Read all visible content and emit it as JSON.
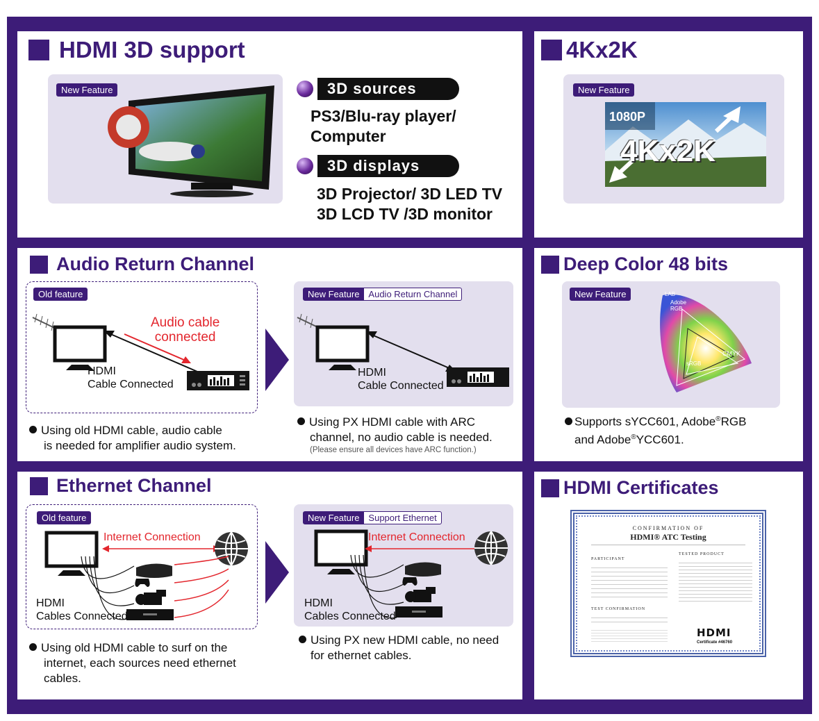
{
  "colors": {
    "frame": "#3d1c78",
    "panel_bg": "#ffffff",
    "lavender": "#e3dfee",
    "accent_red": "#e3262d"
  },
  "hdmi3d": {
    "title": "HDMI 3D support",
    "badge": "New Feature",
    "sources_label": "3D sources",
    "sources_text_1": "PS3/Blu-ray player/",
    "sources_text_2": "Computer",
    "displays_label": "3D displays",
    "displays_text_1": "3D Projector/ 3D LED TV",
    "displays_text_2": "3D LCD TV /3D monitor"
  },
  "k4": {
    "title": "4Kx2K",
    "badge": "New Feature",
    "small_label": "1080P",
    "big_label": "4Kx2K"
  },
  "arc": {
    "title": "Audio Return Channel",
    "old_badge": "Old feature",
    "cable_label_1": "Audio cable",
    "cable_label_2": "connected",
    "hdmi_label_1": "HDMI",
    "hdmi_label_2": "Cable Connected",
    "new_badge": "New Feature",
    "new_badge_sub": "Audio Return Channel",
    "new_hdmi_label_1": "HDMI",
    "new_hdmi_label_2": "Cable Connected",
    "old_note_1": "Using old HDMI cable, audio cable",
    "old_note_2": "is needed for amplifier audio system.",
    "new_note_1": "Using PX HDMI cable with ARC",
    "new_note_2": "channel, no audio cable is needed.",
    "new_note_3": "(Please ensure all  devices have ARC function.)"
  },
  "deepcolor": {
    "title": "Deep Color 48 bits",
    "badge": "New Feature",
    "gamut_lab": "LAB",
    "gamut_adobe_1": "Adobe",
    "gamut_adobe_2": "RGB",
    "gamut_cmyk": "CMYK",
    "gamut_srgb": "sRGB",
    "note_1": "Supports sYCC601, Adobe",
    "note_reg": "®",
    "note_2": "RGB",
    "note_3": "and Adobe",
    "note_4": "YCC601."
  },
  "ethernet": {
    "title": "Ethernet Channel",
    "old_badge": "Old feature",
    "internet_label": "Internet Connection",
    "hdmi_label_1": "HDMI",
    "hdmi_label_2": "Cables Connected",
    "new_badge": "New Feature",
    "new_badge_sub": "Support Ethernet",
    "new_internet_label": "Internet Connection",
    "new_hdmi_label_1": "HDMI",
    "new_hdmi_label_2": "Cables Connected",
    "old_note_1": "Using old HDMI cable to surf on the",
    "old_note_2": "internet, each sources need ethernet",
    "old_note_3": "cables.",
    "new_note_1": "Using PX new HDMI cable, no need",
    "new_note_2": "for ethernet cables."
  },
  "certs": {
    "title": "HDMI Certificates",
    "doc_heading_1": "Confirmation of",
    "doc_heading_2": "HDMI® ATC Testing",
    "doc_participant": "Participant",
    "doc_tested": "Tested Product",
    "doc_test_conf": "Test Confirmation",
    "logo_text": "HDMI",
    "cert_no": "Certificate #46760"
  }
}
